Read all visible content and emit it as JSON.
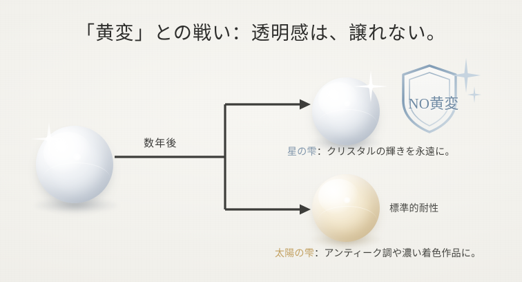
{
  "page": {
    "background_color": "#f3f2ee",
    "title": "「黄変」との戦い：透明感は、譲れない。"
  },
  "flow": {
    "stage_label": "数年後",
    "arrow_color": "#3d3d3a"
  },
  "orbs": [
    {
      "name": "before-orb",
      "kind": "clear",
      "color": "#dfe5ec"
    },
    {
      "name": "crystal-orb",
      "kind": "clear",
      "color": "#e3e9f0"
    },
    {
      "name": "amber-orb",
      "kind": "amber",
      "color": "#ecdfc2"
    }
  ],
  "badge": {
    "label": "NO黄変",
    "shield_color": "#8fa7bd",
    "text_color": "#6f8aa3",
    "sparkle": "sparkle-icon"
  },
  "captions": {
    "top": {
      "accent": "星の雫",
      "separator": "：",
      "body": "クリスタルの輝きを永遠に。",
      "accent_color": "#8196ab"
    },
    "middle": {
      "text": "標準的耐性"
    },
    "bottom": {
      "accent": "太陽の雫",
      "separator": "：",
      "body": "アンティーク調や濃い着色作品に。",
      "accent_color": "#c3a263"
    }
  }
}
